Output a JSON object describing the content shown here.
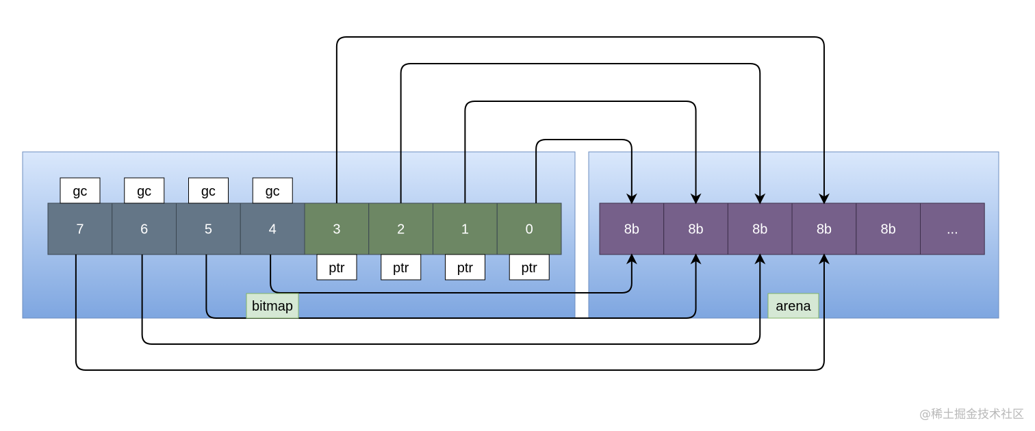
{
  "colors": {
    "panel_top": "#dae8fc",
    "panel_bottom": "#7ea6e0",
    "panel_border": "#6c8ebf",
    "gc_cell": "#647687",
    "ptr_cell": "#6d8764",
    "arena_cell": "#76608a",
    "tag_green": "#d5e8d4",
    "tag_green_border": "#82b366",
    "line": "#000000"
  },
  "bitmap": {
    "label": "bitmap",
    "cells": [
      {
        "text": "7",
        "kind": "gc"
      },
      {
        "text": "6",
        "kind": "gc"
      },
      {
        "text": "5",
        "kind": "gc"
      },
      {
        "text": "4",
        "kind": "gc"
      },
      {
        "text": "3",
        "kind": "ptr"
      },
      {
        "text": "2",
        "kind": "ptr"
      },
      {
        "text": "1",
        "kind": "ptr"
      },
      {
        "text": "0",
        "kind": "ptr"
      }
    ],
    "gc_tag": "gc",
    "ptr_tag": "ptr"
  },
  "arena": {
    "label": "arena",
    "cells": [
      "8b",
      "8b",
      "8b",
      "8b",
      "8b",
      "..."
    ]
  },
  "watermark": "@稀土掘金技术社区"
}
